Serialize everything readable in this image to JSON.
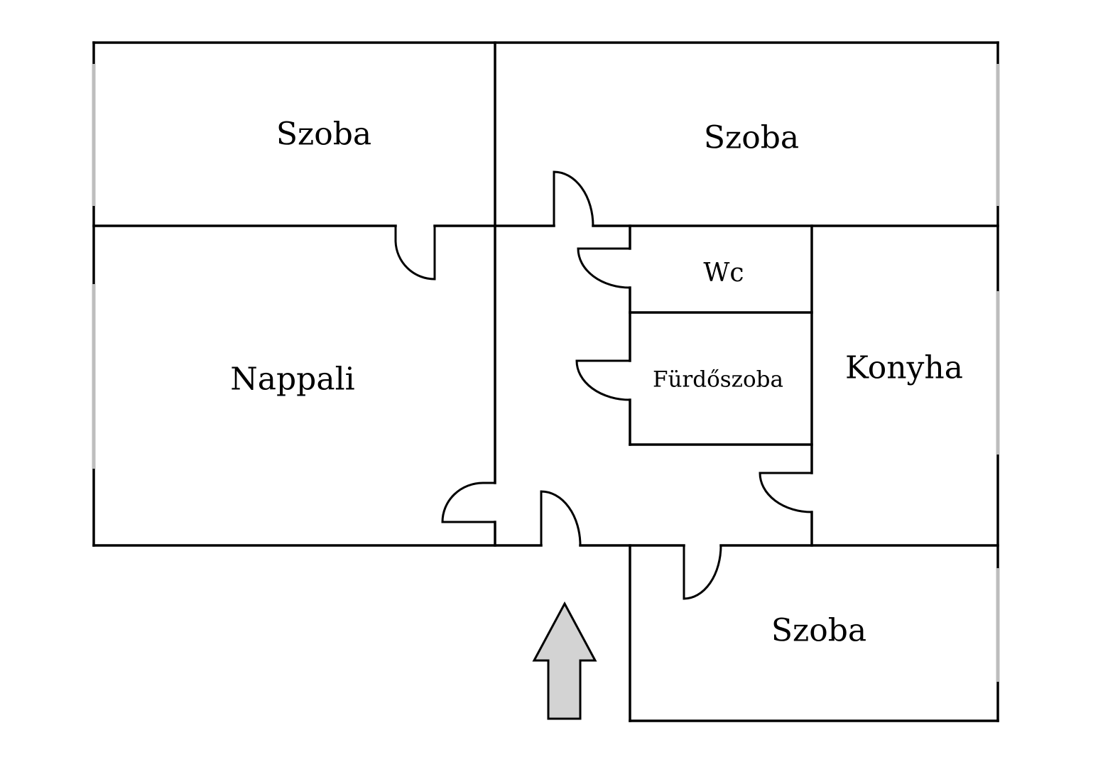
{
  "rooms": {
    "szoba_top_left": "Szoba",
    "szoba_top_right": "Szoba",
    "nappali": "Nappali",
    "wc": "Wc",
    "furdoszoba": "Fürdőszoba",
    "konyha": "Konyha",
    "szoba_bottom_right": "Szoba"
  },
  "entrance": {
    "icon": "entrance-arrow-icon",
    "color": "#d3d3d3"
  },
  "colors": {
    "walls": "#000000",
    "windows": "#bdbdbd",
    "background": "#ffffff"
  }
}
